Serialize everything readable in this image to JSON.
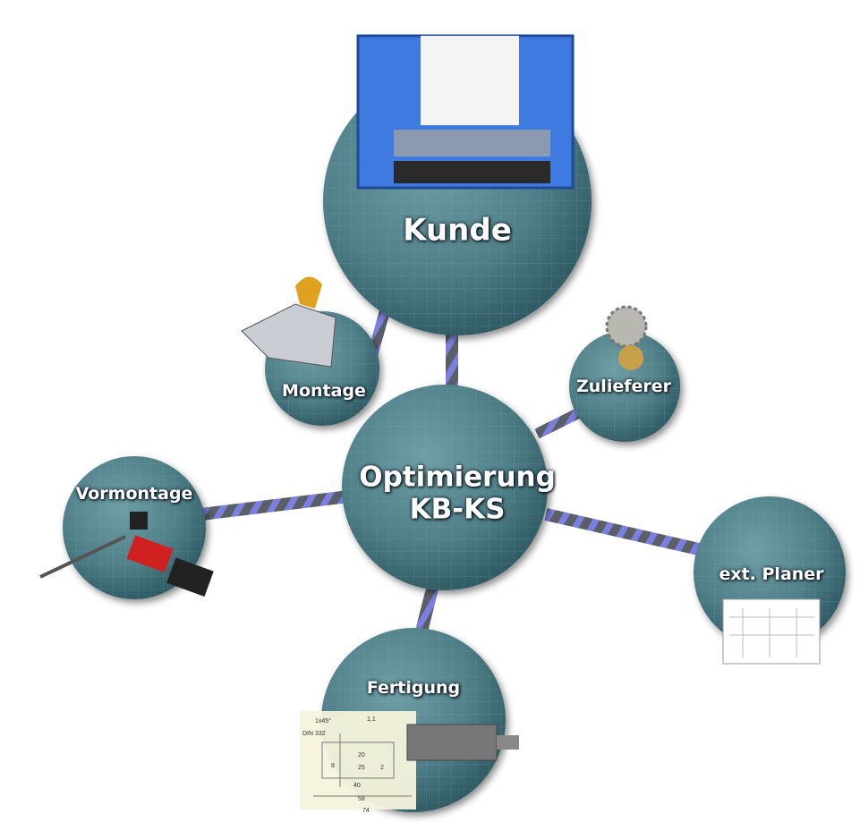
{
  "diagram": {
    "center": {
      "label_line1": "Optimierung",
      "label_line2": "KB-KS"
    },
    "nodes": [
      {
        "id": "kunde",
        "label": "Kunde",
        "image": "feeder-machine"
      },
      {
        "id": "montage",
        "label": "Montage",
        "image": "clamp-assembly"
      },
      {
        "id": "zulieferer",
        "label": "Zulieferer",
        "image": "gears"
      },
      {
        "id": "vormontage",
        "label": "Vormontage",
        "image": "motor-parts-exploded"
      },
      {
        "id": "ext-planer",
        "label": "ext. Planer",
        "image": "schematic-drawing"
      },
      {
        "id": "fertigung",
        "label": "Fertigung",
        "image": "technical-drawing-shaft"
      }
    ],
    "drawing_labels": [
      "1x45°",
      "1,1",
      "DIN 332",
      "20",
      "25",
      "40",
      "58",
      "74",
      "8",
      "2"
    ],
    "colors": {
      "sphere": "#5a8a92",
      "sphere_dark": "#2c5660",
      "rope_band": "#7a7fe0",
      "rope_core": "#555a60"
    }
  }
}
